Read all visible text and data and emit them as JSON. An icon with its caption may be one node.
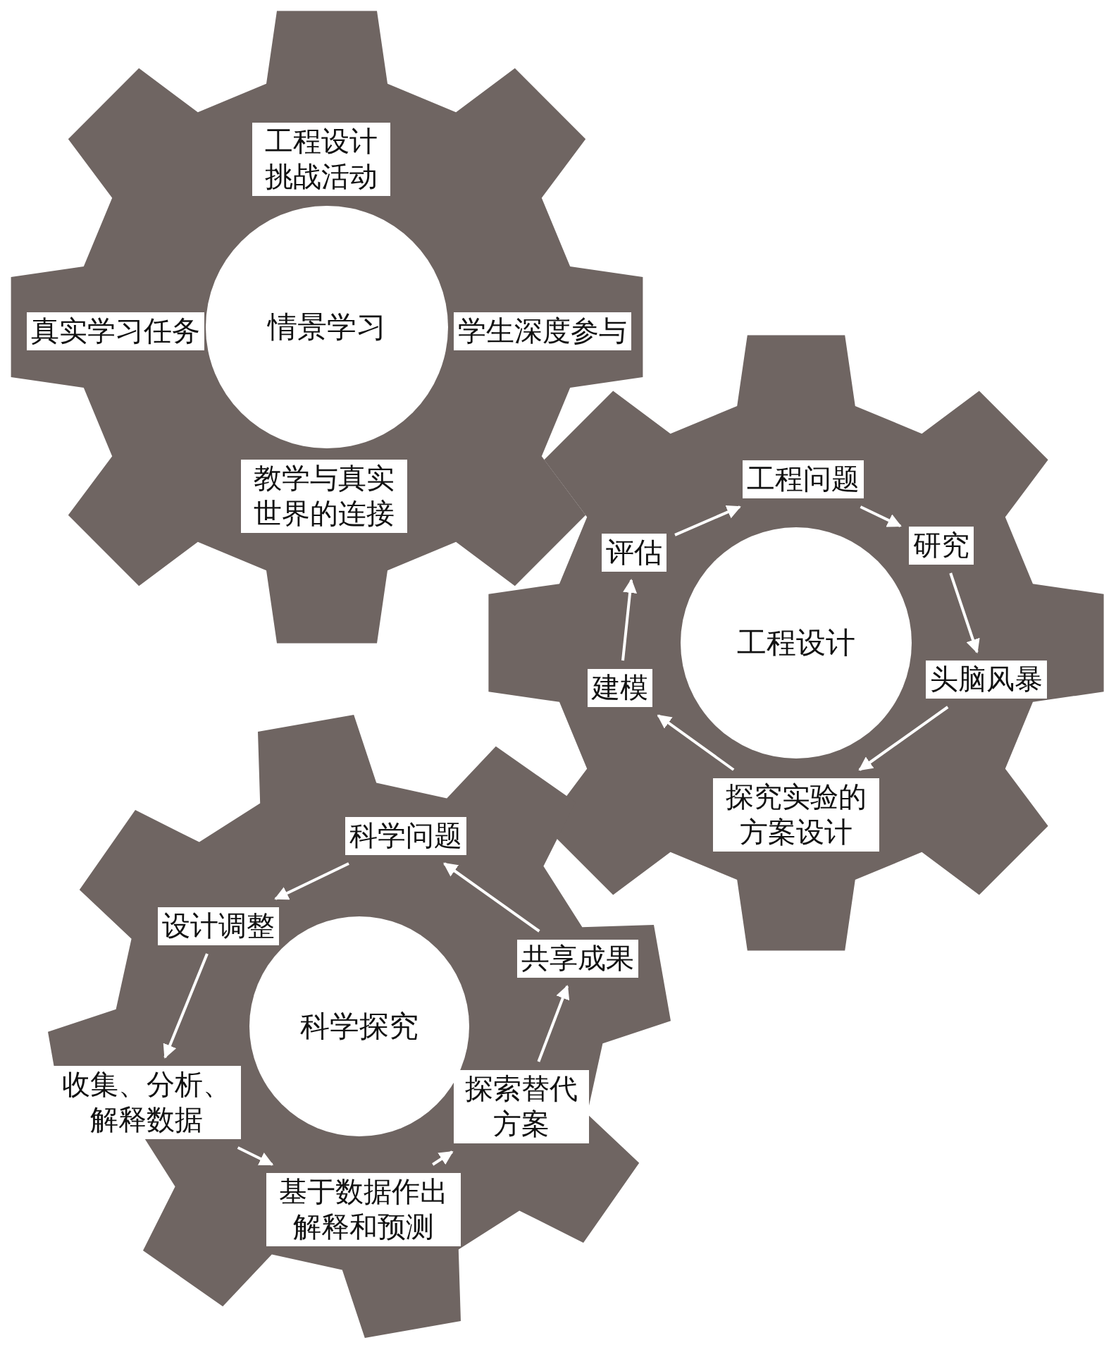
{
  "diagram": {
    "nodes": [
      {
        "text": [
          "情景学习"
        ]
      },
      {
        "text": [
          "工程设计挑战活动"
        ],
        "in": 0
      },
      {
        "text": [
          "真实学习任务"
        ],
        "in": 0
      },
      {
        "text": [
          "学生深度参与"
        ],
        "in": 0
      },
      {
        "text": [
          "教学与真实世界的连接"
        ],
        "in": 0
      },
      {
        "text": [
          "工程设计"
        ]
      },
      {
        "text": [
          "工程问题"
        ],
        "in": 5
      },
      {
        "text": [
          "研究"
        ],
        "in": 5
      },
      {
        "text": [
          "头脑风暴"
        ],
        "in": 5
      },
      {
        "text": [
          "探究实验的方案设计"
        ],
        "in": 5
      },
      {
        "text": [
          "建模"
        ],
        "in": 5
      },
      {
        "text": [
          "评估"
        ],
        "in": 5
      },
      {
        "text": [
          "科学探究"
        ]
      },
      {
        "text": [
          "科学问题"
        ],
        "in": 12
      },
      {
        "text": [
          "设计调整"
        ],
        "in": 12
      },
      {
        "text": [
          "收集、分析、解释数据"
        ],
        "in": 12
      },
      {
        "text": [
          "基于数据作出解释和预测"
        ],
        "in": 12
      },
      {
        "text": [
          "探索替代方案"
        ],
        "in": 12
      },
      {
        "text": [
          "共享成果"
        ],
        "in": 12
      }
    ],
    "edges": [
      {
        "from": 6,
        "to": 7,
        "arrow": "to"
      },
      {
        "from": 7,
        "to": 8,
        "arrow": "to"
      },
      {
        "from": 8,
        "to": 9,
        "arrow": "to"
      },
      {
        "from": 9,
        "to": 10,
        "arrow": "to"
      },
      {
        "from": 10,
        "to": 11,
        "arrow": "to"
      },
      {
        "from": 11,
        "to": 6,
        "arrow": "to"
      },
      {
        "from": 13,
        "to": 14,
        "arrow": "to"
      },
      {
        "from": 14,
        "to": 15,
        "arrow": "to"
      },
      {
        "from": 15,
        "to": 16,
        "arrow": "to"
      },
      {
        "from": 16,
        "to": 17,
        "arrow": "to"
      },
      {
        "from": 17,
        "to": 18,
        "arrow": "to"
      },
      {
        "from": 18,
        "to": 13,
        "arrow": "to"
      }
    ]
  }
}
